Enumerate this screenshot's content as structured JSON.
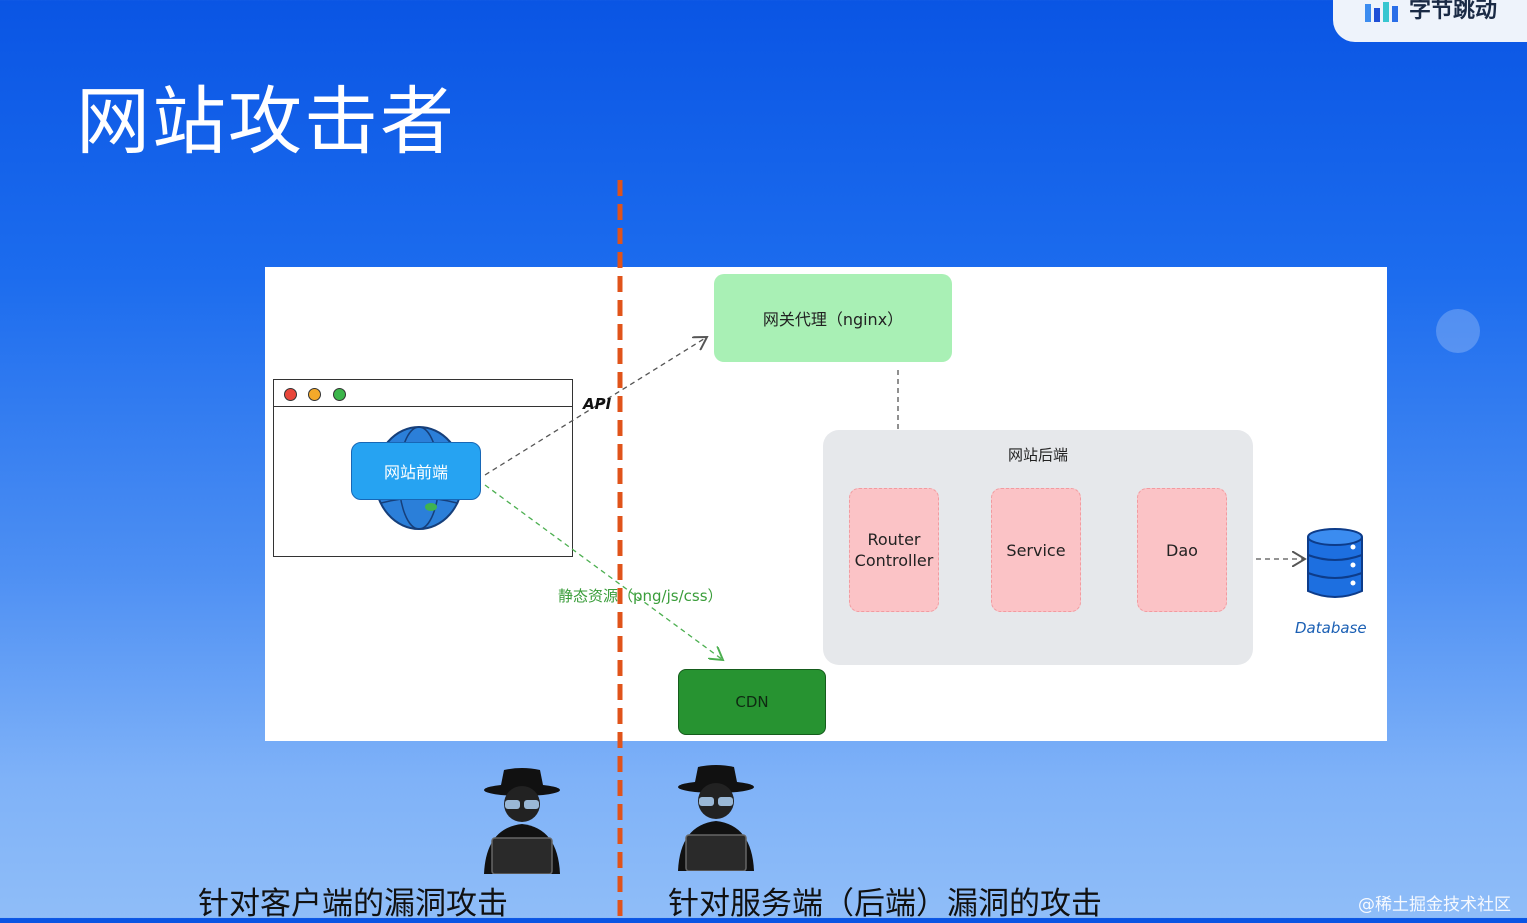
{
  "logo": {
    "text": "字节跳动",
    "mark": "bytedance-logo"
  },
  "title": "网站攻击者",
  "diagram": {
    "frontend": "网站前端",
    "api_label": "API",
    "static_label": "静态资源（png/js/css）",
    "gateway": "网关代理（nginx）",
    "backend_title": "网站后端",
    "router_line1": "Router",
    "router_line2": "Controller",
    "service": "Service",
    "dao": "Dao",
    "database": "Database",
    "cdn": "CDN",
    "browser_dots": [
      "#e8463a",
      "#f4a92a",
      "#3bb54a"
    ],
    "divider_color": "#e0531a"
  },
  "captions": {
    "left": "针对客户端的漏洞攻击",
    "right": "针对服务端（后端）漏洞的攻击"
  },
  "watermark": "@稀土掘金技术社区"
}
